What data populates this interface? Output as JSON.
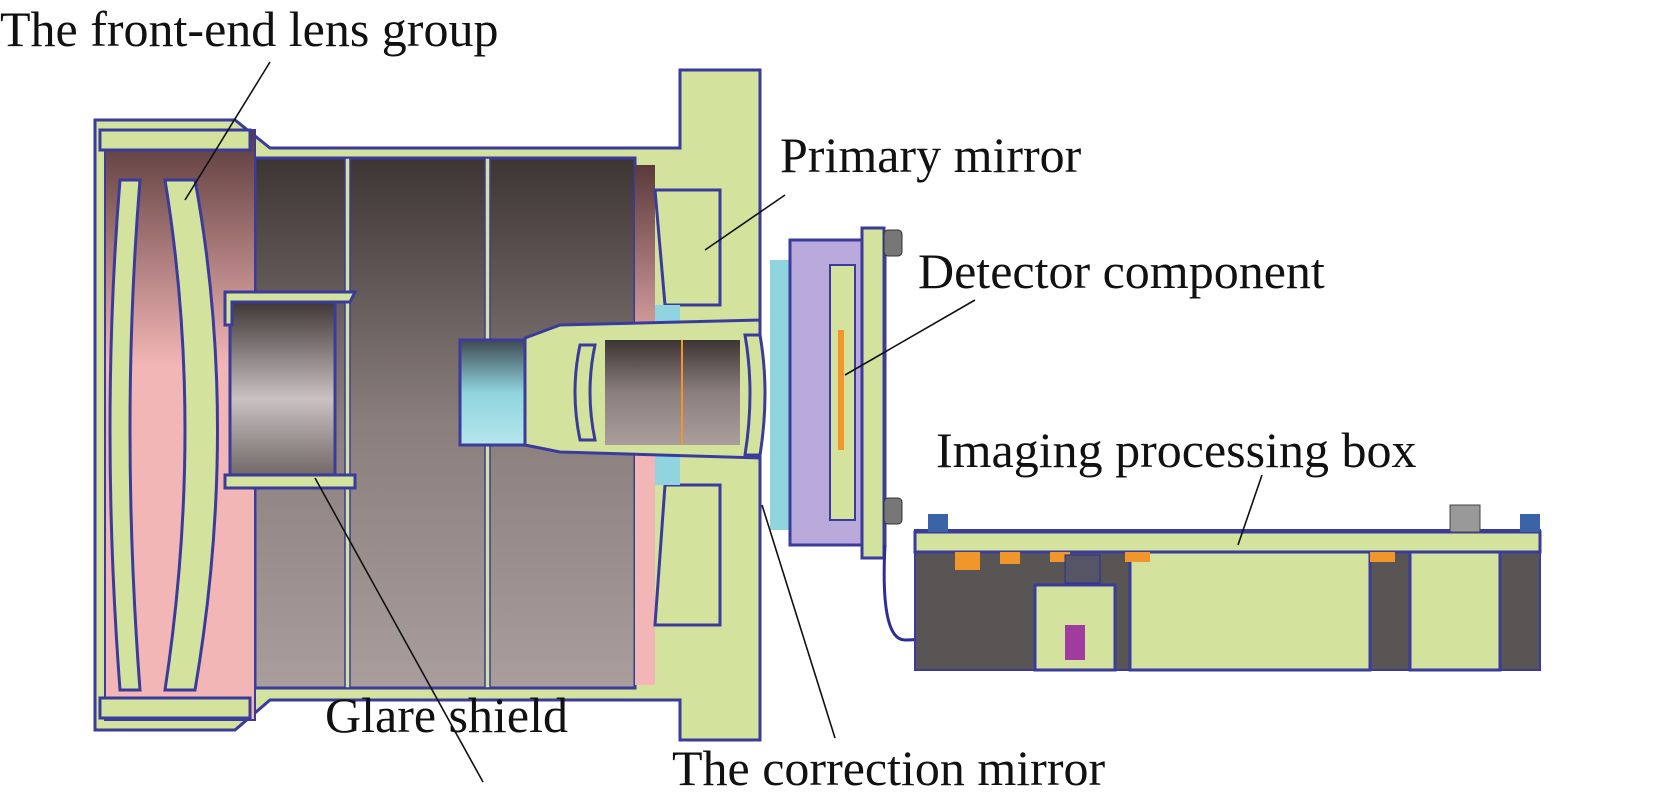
{
  "labels": {
    "front_end_lens_group": "The front-end lens group",
    "primary_mirror": "Primary mirror",
    "detector_component": "Detector component",
    "imaging_processing_box": "Imaging processing box",
    "glare_shield": "Glare shield",
    "correction_mirror": "The correction mirror"
  },
  "colors": {
    "housing": "#d3e39e",
    "outline": "#3b3b9b",
    "cavity_dark": "#3d3434",
    "cavity_light": "#aa9e9c",
    "pink": "#f3b6b6",
    "cyan": "#8fd4de",
    "purple": "#b9aadb",
    "orange": "#f0962a"
  }
}
